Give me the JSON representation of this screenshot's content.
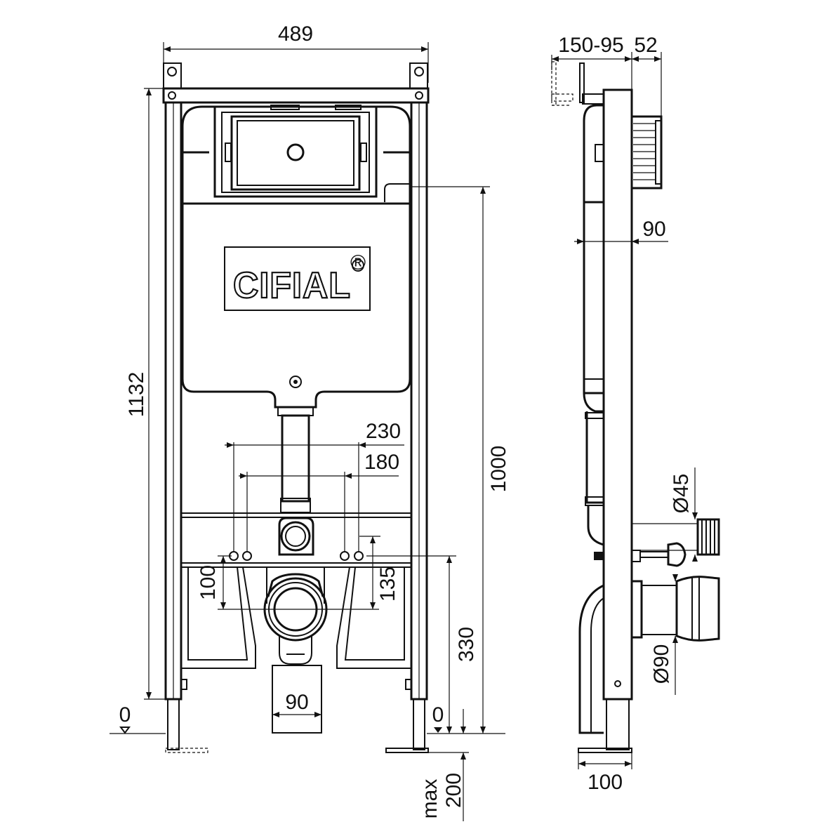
{
  "brand": "CIFIAL",
  "brand_mark": "®",
  "dimensions": {
    "width_489": "489",
    "height_1132": "1132",
    "height_1000": "1000",
    "dist_230": "230",
    "dist_180": "180",
    "dist_100": "100",
    "dist_135": "135",
    "dist_330": "330",
    "dist_90_front": "90",
    "zero_left": "0",
    "zero_right": "0",
    "max_label": "max",
    "max_200": "200",
    "depth_150_95": "150-95",
    "depth_52": "52",
    "depth_90_side": "90",
    "diam_45": "Ø45",
    "diam_90": "Ø90",
    "base_100": "100"
  }
}
